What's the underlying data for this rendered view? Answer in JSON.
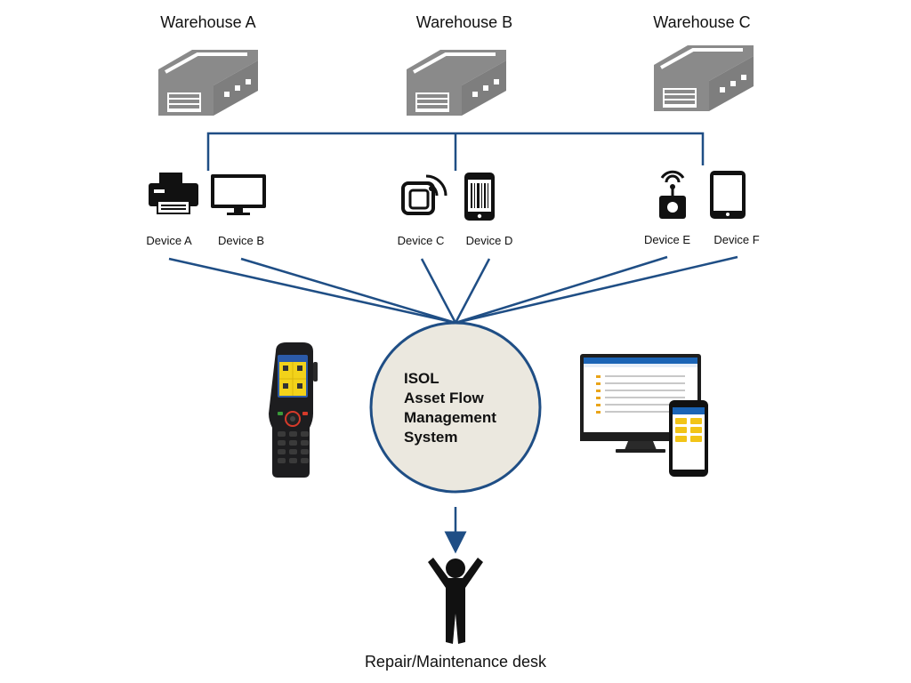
{
  "warehouses": [
    {
      "label": "Warehouse A",
      "icon": "warehouse-icon"
    },
    {
      "label": "Warehouse B",
      "icon": "warehouse-icon"
    },
    {
      "label": "Warehouse C",
      "icon": "warehouse-icon"
    }
  ],
  "devices": [
    {
      "label": "Device A",
      "icon": "printer-icon"
    },
    {
      "label": "Device B",
      "icon": "monitor-icon"
    },
    {
      "label": "Device C",
      "icon": "rfid-reader-icon"
    },
    {
      "label": "Device D",
      "icon": "barcode-phone-icon"
    },
    {
      "label": "Device E",
      "icon": "wireless-tag-icon"
    },
    {
      "label": "Device F",
      "icon": "tablet-icon"
    }
  ],
  "system": {
    "title_lines": [
      "ISOL",
      "Asset Flow",
      "Management",
      "System"
    ]
  },
  "illustrations": {
    "left": "handheld-terminal-image",
    "right": "desktop-and-mobile-app-image"
  },
  "output": {
    "label": "Repair/Maintenance desk",
    "icon": "person-icon"
  },
  "colors": {
    "connector": "#1f4e85",
    "circle_fill": "#ebe8df",
    "circle_stroke": "#1f4e85",
    "warehouse_gray": "#8a8a8a",
    "device_black": "#111111",
    "handheld_screen": "#f2d21a",
    "handheld_keys_accent": "#d63a2a",
    "app_header_blue": "#1b64b5"
  }
}
